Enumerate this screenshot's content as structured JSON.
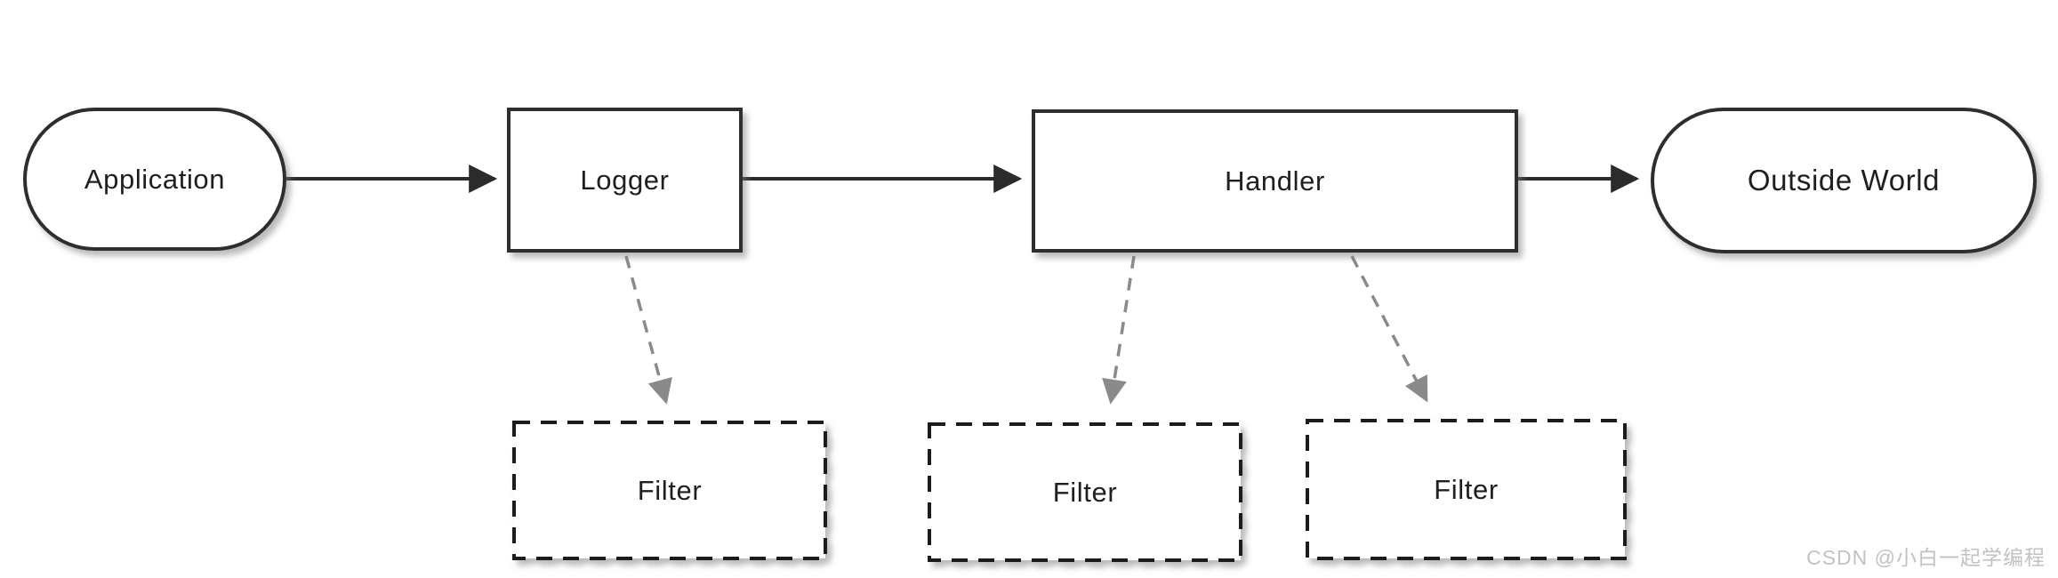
{
  "diagram": {
    "nodes": [
      {
        "id": "application",
        "label": "Application",
        "shape": "stadium"
      },
      {
        "id": "logger",
        "label": "Logger",
        "shape": "rect"
      },
      {
        "id": "handler",
        "label": "Handler",
        "shape": "rect"
      },
      {
        "id": "outside-world",
        "label": "Outside World",
        "shape": "stadium"
      },
      {
        "id": "filter-logger",
        "label": "Filter",
        "shape": "dashed-rect"
      },
      {
        "id": "filter-handler-1",
        "label": "Filter",
        "shape": "dashed-rect"
      },
      {
        "id": "filter-handler-2",
        "label": "Filter",
        "shape": "dashed-rect"
      }
    ],
    "edges": [
      {
        "from": "application",
        "to": "logger",
        "style": "solid"
      },
      {
        "from": "logger",
        "to": "handler",
        "style": "solid"
      },
      {
        "from": "handler",
        "to": "outside-world",
        "style": "solid"
      },
      {
        "from": "logger",
        "to": "filter-logger",
        "style": "dashed"
      },
      {
        "from": "handler",
        "to": "filter-handler-1",
        "style": "dashed"
      },
      {
        "from": "handler",
        "to": "filter-handler-2",
        "style": "dashed"
      }
    ],
    "colors": {
      "background": "#ffffff",
      "node_border": "#2d2d2d",
      "node_fill": "#ffffff",
      "solid_arrow": "#2b2b2b",
      "dashed_arrow": "#8a8a8a",
      "label_text": "#1f1f23",
      "watermark_text": "#c2c2c2"
    }
  },
  "watermark": {
    "text": "CSDN @小白一起学编程"
  }
}
